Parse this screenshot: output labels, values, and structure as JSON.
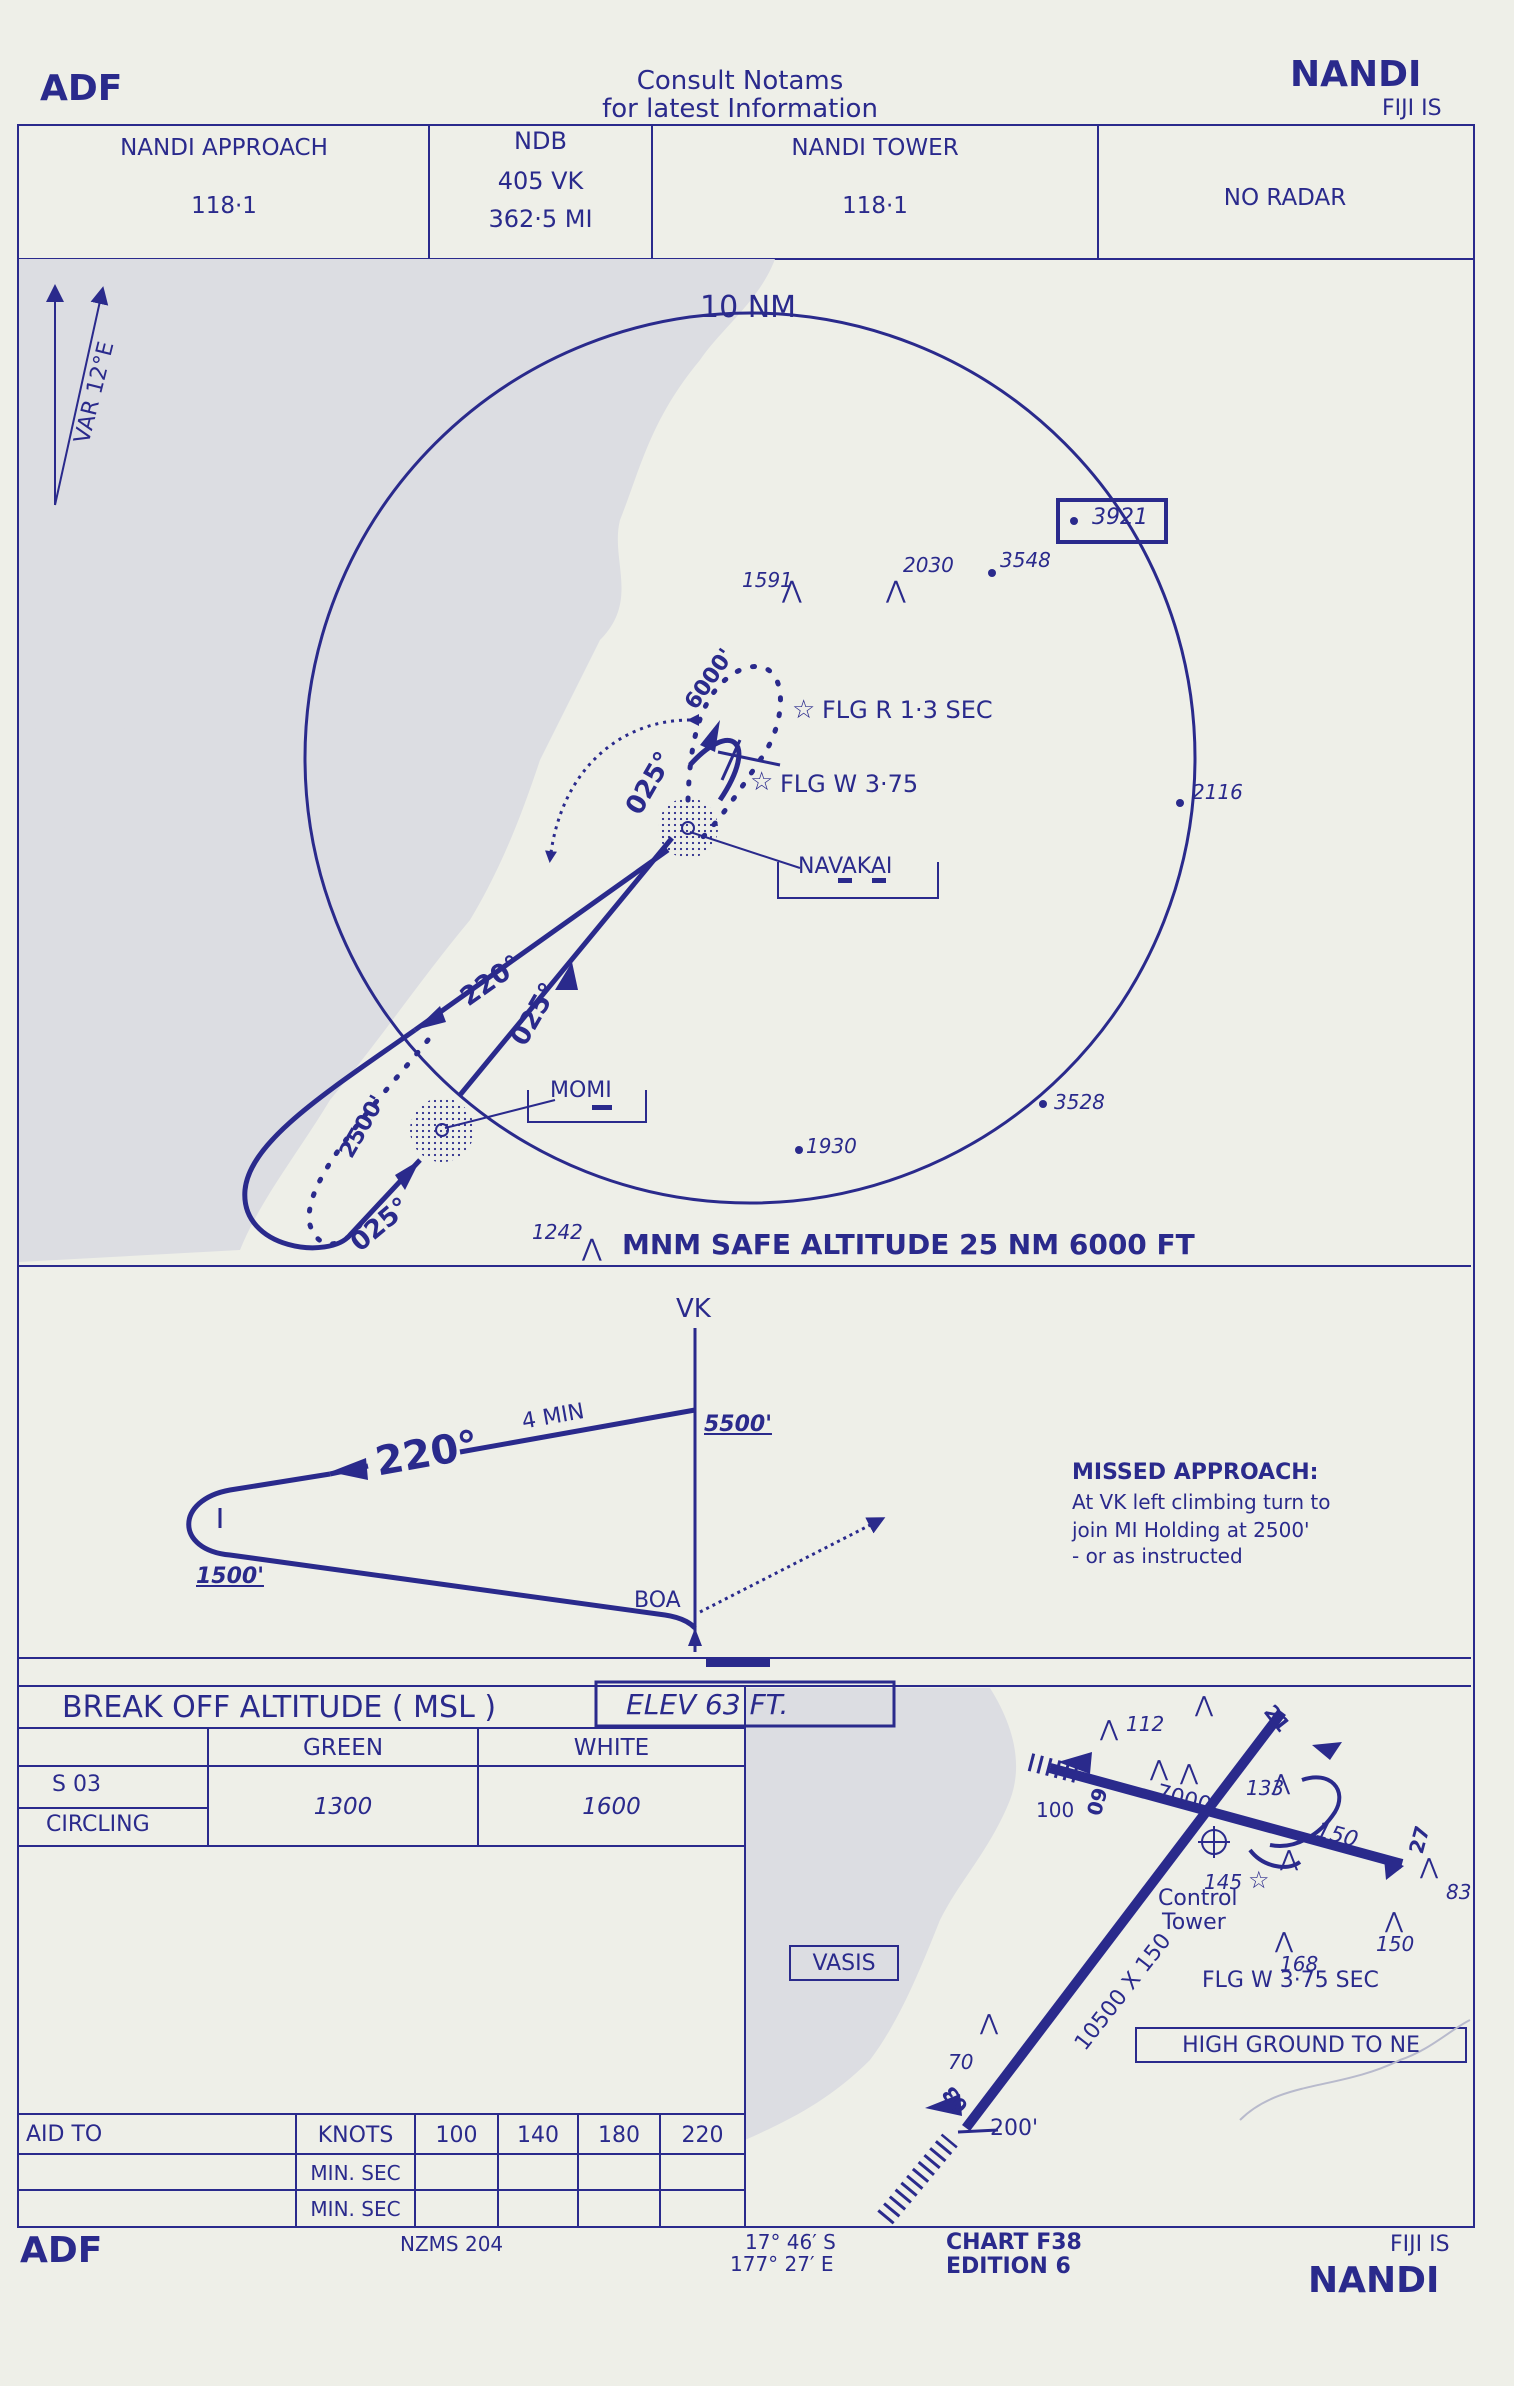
{
  "header": {
    "left": "ADF",
    "notams_line1": "Consult  Notams",
    "notams_line2": "for  latest  Information",
    "right_title": "NANDI",
    "right_sub": "FIJI IS"
  },
  "freq_box": {
    "approach_name": "NANDI  APPROACH",
    "approach_freq": "118·1",
    "ndb_label": "NDB",
    "ndb_1": "405    VK",
    "ndb_2": "362·5   MI",
    "tower_name": "NANDI  TOWER",
    "tower_freq": "118·1",
    "radar": "NO  RADAR"
  },
  "plan": {
    "var": "VAR 12°E",
    "radius_label": "10 NM",
    "box_elev": "3921",
    "heights": [
      "1591",
      "2030",
      "3548",
      "2116",
      "3528",
      "1930",
      "1242"
    ],
    "flg_r": "FLG R   1·3 SEC",
    "flg_w": "FLG  W    3·75",
    "navakai": "NAVAKAI",
    "momi": "MOMI",
    "alt_6000": "6000'",
    "alt_2500": "2500'",
    "trk_025a": "025°",
    "trk_025b": "025°",
    "trk_025c": "025°",
    "trk_220": "220°",
    "msa": "MNM SAFE ALTITUDE 25 NM  6000 FT"
  },
  "profile": {
    "vk": "VK",
    "min": "4  MIN",
    "alt_5500": "5500'",
    "trk_220": "220°",
    "alt_1500": "1500'",
    "boa": "BOA",
    "missed_title": "MISSED APPROACH:",
    "missed_1": "At VK left climbing turn to",
    "missed_2": "join  MI  Holding at 2500'",
    "missed_3": "- or as instructed"
  },
  "minima": {
    "title": "BREAK  OFF  ALTITUDE  ( MSL )",
    "elev": "ELEV     63      FT.",
    "col_green": "GREEN",
    "col_white": "WHITE",
    "row1": "S 03",
    "row2": "CIRCLING",
    "green_val": "1300",
    "white_val": "1600"
  },
  "timing": {
    "aid_to": "AID TO",
    "knots": "KNOTS",
    "minsec1": "MIN. SEC",
    "minsec2": "MIN. SEC",
    "speeds": [
      "100",
      "140",
      "180",
      "220"
    ]
  },
  "aerodrome": {
    "vasis": "VASIS",
    "rwy_main": "10500 X 150",
    "rwy_cross_len": "7000",
    "rwy_cross_w": "150",
    "thr_100": "100",
    "thr_200": "200'",
    "h112": "112",
    "h133": "133",
    "h145": "145",
    "h168": "168",
    "h150": "150",
    "h83": "83",
    "h70": "70",
    "rwy_27": "27",
    "rwy_09": "09",
    "rwy_21": "21",
    "rwy_03": "03",
    "tower1": "Control",
    "tower2": "Tower",
    "flg": "FLG W 3·75 SEC",
    "high_ground": "HIGH  GROUND  TO NE"
  },
  "footer": {
    "left": "ADF",
    "nzms": "NZMS   204",
    "lat": "17° 46′ S",
    "lon": "177° 27′ E",
    "chart": "CHART F38",
    "edition": "EDITION  6",
    "right_sub": "FIJI IS",
    "right_title": "NANDI"
  },
  "colors": {
    "ink": "#2a2a8c",
    "paper": "#eeefe8",
    "land": "#dcdde2"
  }
}
